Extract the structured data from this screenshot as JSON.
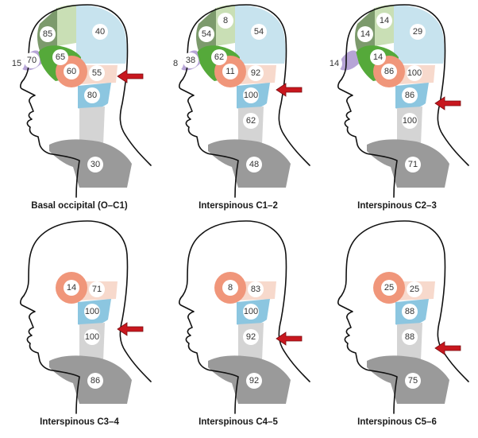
{
  "colors": {
    "outline": "#111111",
    "pale_green": "#c9dfb5",
    "mid_green": "#7c9a6c",
    "bright_green": "#55a93a",
    "pale_blue": "#c7e3ee",
    "blue": "#8cc6e0",
    "peach": "#f7d9cc",
    "salmon": "#f0967a",
    "purple": "#b6a4d6",
    "light_grey": "#d4d4d4",
    "dark_grey": "#9a9a9a",
    "arrow": "#c8171e"
  },
  "panels": [
    {
      "label": "Basal occipital (O–C1)",
      "values": {
        "occipital_left": "85",
        "vertex": "",
        "parietal_right": "40",
        "temporal": "65",
        "forehead": "70",
        "face": "15",
        "mastoid_circle": "60",
        "upper_neck": "55",
        "c2": "80",
        "mid_neck": "",
        "shoulder": "30"
      }
    },
    {
      "label": "Interspinous C1–2",
      "values": {
        "occipital_left": "54",
        "vertex": "8",
        "parietal_right": "54",
        "temporal": "62",
        "forehead": "38",
        "face": "8",
        "mastoid_circle": "11",
        "upper_neck": "92",
        "c2": "100",
        "mid_neck": "62",
        "shoulder": "48"
      }
    },
    {
      "label": "Interspinous C2–3",
      "values": {
        "occipital_left": "14",
        "vertex": "14",
        "parietal_right": "29",
        "temporal": "14",
        "forehead": "",
        "face": "14",
        "mastoid_circle": "86",
        "upper_neck": "100",
        "c2": "86",
        "mid_neck": "100",
        "shoulder": "71"
      }
    },
    {
      "label": "Interspinous C3–4",
      "values": {
        "mastoid_circle": "14",
        "upper_neck": "71",
        "c2": "100",
        "mid_neck": "100",
        "shoulder": "86"
      }
    },
    {
      "label": "Interspinous C4–5",
      "values": {
        "mastoid_circle": "8",
        "upper_neck": "83",
        "c2": "100",
        "mid_neck": "92",
        "shoulder": "92"
      }
    },
    {
      "label": "Interspinous C5–6",
      "values": {
        "mastoid_circle": "25",
        "upper_neck": "25",
        "c2": "88",
        "mid_neck": "88",
        "shoulder": "75"
      }
    }
  ]
}
